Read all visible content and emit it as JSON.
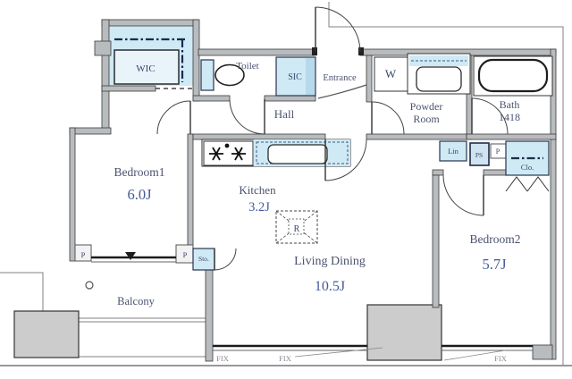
{
  "plan": {
    "rooms": {
      "wic": {
        "name": "WIC"
      },
      "toilet": {
        "name": "Toilet"
      },
      "sic": {
        "name": "SIC"
      },
      "entrance": {
        "name": "Entrance"
      },
      "washer": {
        "name": "W"
      },
      "powder_room": {
        "line1": "Powder",
        "line2": "Room"
      },
      "bath": {
        "name": "Bath",
        "size": "1418"
      },
      "hall": {
        "name": "Hall"
      },
      "kitchen": {
        "name": "Kitchen",
        "size": "3.2J"
      },
      "bedroom1": {
        "name": "Bedroom1",
        "size": "6.0J"
      },
      "bedroom2": {
        "name": "Bedroom2",
        "size": "5.7J"
      },
      "living_dining": {
        "name": "Living Dining",
        "size": "10.5J"
      },
      "balcony": {
        "name": "Balcony"
      }
    },
    "fixtures": {
      "refrigerator": "R",
      "storage": "Sto.",
      "linen": "Lin",
      "pipe_space": "PS",
      "pillar_left": "P",
      "pillar_right": "P",
      "pillar_small": "P",
      "closet": "Clo."
    },
    "windows": {
      "fix1": "FIX",
      "fix2": "FIX",
      "fix3": "FIX"
    },
    "colors": {
      "fixture_blue": "#cfe9f5",
      "wall_gray": "#b9bcbe",
      "label_dark": "#4a5370",
      "label_blue": "#46599b"
    }
  }
}
